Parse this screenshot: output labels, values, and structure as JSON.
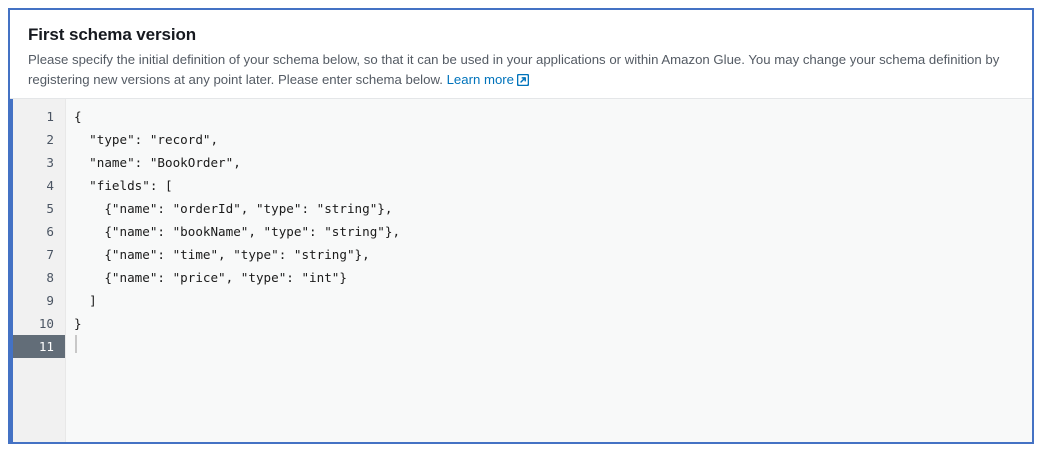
{
  "panel": {
    "title": "First schema version",
    "description_part1": "Please specify the initial definition of your schema below, so that it can be used in your applications or within Amazon Glue. You may change your schema definition by registering new versions at any point later. Please enter schema below. ",
    "learn_more_label": "Learn more",
    "external_link_icon": "external-link-icon",
    "accent_color": "#4472c4",
    "link_color": "#0073bb"
  },
  "editor": {
    "active_line": 11,
    "line_numbers": [
      "1",
      "2",
      "3",
      "4",
      "5",
      "6",
      "7",
      "8",
      "9",
      "10",
      "11"
    ],
    "lines": [
      "{",
      "  \"type\": \"record\",",
      "  \"name\": \"BookOrder\",",
      "  \"fields\": [",
      "    {\"name\": \"orderId\", \"type\": \"string\"},",
      "    {\"name\": \"bookName\", \"type\": \"string\"},",
      "    {\"name\": \"time\", \"type\": \"string\"},",
      "    {\"name\": \"price\", \"type\": \"int\"}",
      "  ]",
      "}",
      ""
    ],
    "gutter_bg": "#f1f1f1",
    "active_line_bg": "#626d78",
    "code_bg": "#f8f9f9"
  }
}
